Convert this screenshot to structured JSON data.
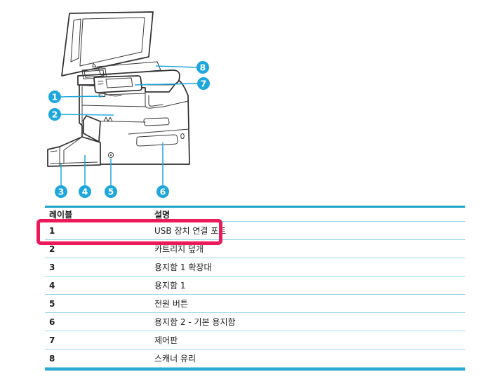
{
  "diagram": {
    "description": "printer-front-view-line-art",
    "callouts": [
      {
        "number": "1"
      },
      {
        "number": "2"
      },
      {
        "number": "3"
      },
      {
        "number": "4"
      },
      {
        "number": "5"
      },
      {
        "number": "6"
      },
      {
        "number": "7"
      },
      {
        "number": "8"
      }
    ]
  },
  "table": {
    "headers": {
      "label": "레이블",
      "description": "설명"
    },
    "rows": [
      {
        "label": "1",
        "description": "USB 장치 연결 포트",
        "highlighted": true
      },
      {
        "label": "2",
        "description": "카트리지 덮개",
        "highlighted": false
      },
      {
        "label": "3",
        "description": "용지함 1 확장대",
        "highlighted": false
      },
      {
        "label": "4",
        "description": "용지함 1",
        "highlighted": false
      },
      {
        "label": "5",
        "description": "전원 버튼",
        "highlighted": false
      },
      {
        "label": "6",
        "description": "용지함 2 - 기본 용지함",
        "highlighted": false
      },
      {
        "label": "7",
        "description": "제어판",
        "highlighted": false
      },
      {
        "label": "8",
        "description": "스캐너 유리",
        "highlighted": false
      }
    ]
  },
  "colors": {
    "callout_blue": "#1ea7dc",
    "table_border_teal": "#1da6c8",
    "table_bottom_border": "#2aabd4",
    "row_separator": "#96d6e7",
    "highlight_red": "#eb1a5a",
    "line_art": "#2e2e2e"
  }
}
